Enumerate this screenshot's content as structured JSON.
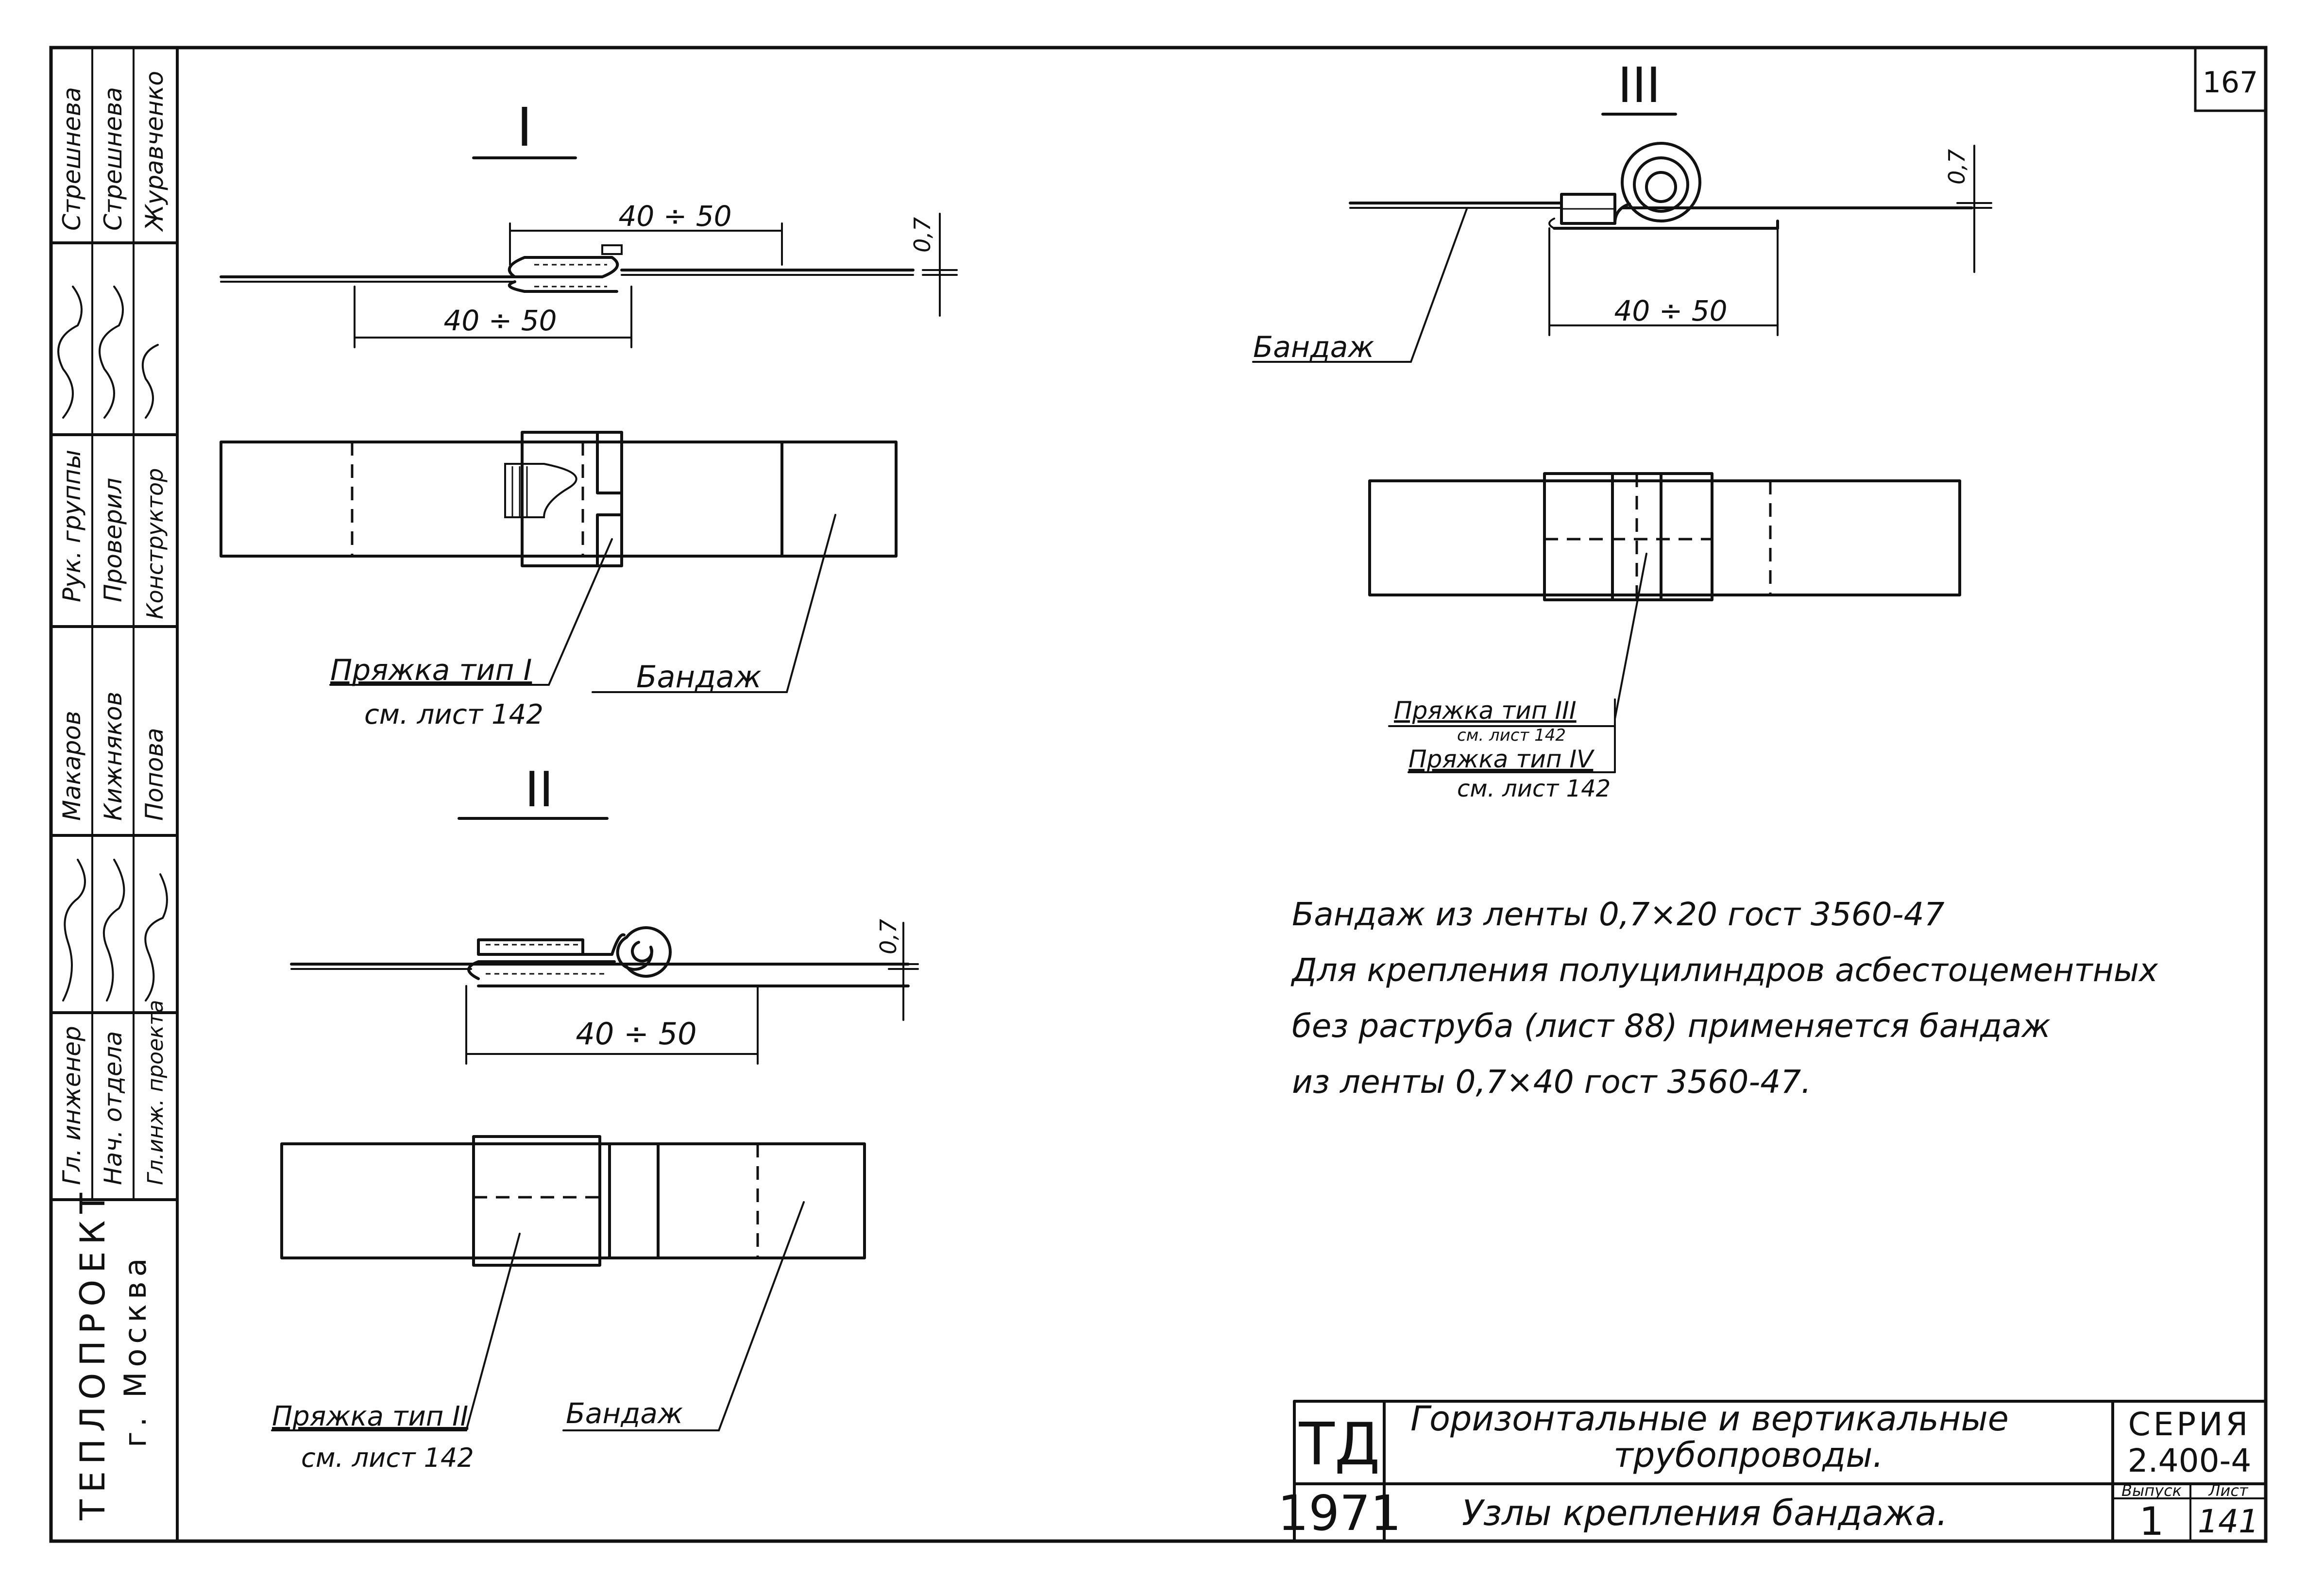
{
  "page_number": "167",
  "stamp": {
    "org_line1": "ТЕПЛОПРОЕКТ",
    "org_line2": "г. Москва",
    "roles": [
      "Гл. инженер",
      "Нач. отдела",
      "Гл.инж. проекта",
      "Рук. группы",
      "Проверил",
      "Конструктор"
    ],
    "names": [
      "Макаров",
      "Кижняков",
      "Попова",
      "Стрешнева",
      "Стрешнева",
      "Журавченко"
    ]
  },
  "views": {
    "I": {
      "title": "I",
      "dim_upper": "40 ÷ 50",
      "dim_lower": "40 ÷ 50",
      "thickness": "0,7",
      "label_buckle": "Пряжка тип I",
      "label_buckle_ref": "см. лист 142",
      "label_band": "Бандаж"
    },
    "II": {
      "title": "II",
      "dim": "40 ÷ 50",
      "thickness": "0,7",
      "label_buckle": "Пряжка тип II",
      "label_buckle_ref": "см. лист 142",
      "label_band": "Бандаж"
    },
    "III": {
      "title": "III",
      "dim": "40 ÷ 50",
      "thickness": "0,7",
      "label_band": "Бандаж",
      "label_buckle_a": "Пряжка тип III",
      "label_buckle_a_ref": "см. лист 142",
      "label_buckle_b": "Пряжка тип IV",
      "label_buckle_b_ref": "см. лист 142"
    }
  },
  "notes": [
    "Бандаж из ленты 0,7×20 гост 3560-47",
    "Для крепления полуцилиндров асбестоцементных",
    "без раструба (лист 88) применяется бандаж",
    "из ленты 0,7×40 гост 3560-47."
  ],
  "title_block": {
    "code": "ТД",
    "year": "1971",
    "title_line1": "Горизонтальные и вертикальные",
    "title_line2": "трубопроводы.",
    "subtitle": "Узлы крепления бандажа.",
    "series_label": "СЕРИЯ",
    "series_value": "2.400-4",
    "issue_label": "Выпуск",
    "issue_value": "1",
    "sheet_label": "Лист",
    "sheet_value": "141"
  }
}
